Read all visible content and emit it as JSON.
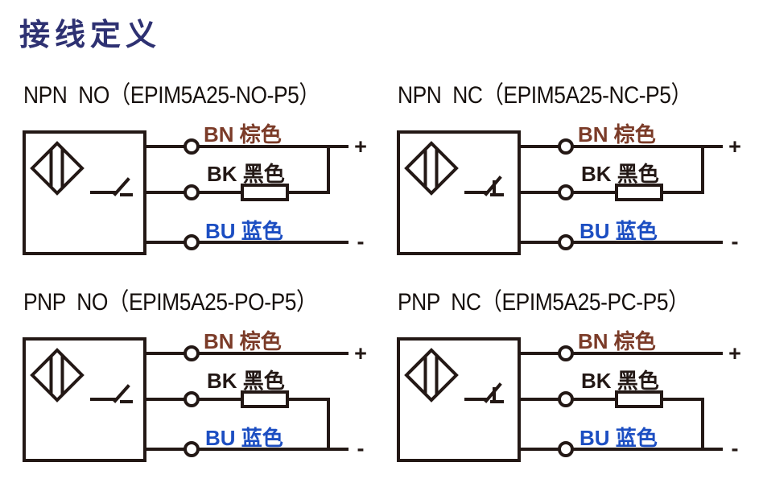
{
  "page": {
    "title": "接线定义",
    "colors": {
      "background": "#ffffff",
      "title": "#2e3172",
      "header": "#16100d",
      "line": "#231815",
      "brown": "#7b3b28",
      "black": "#231815",
      "blue": "#1c4ec2"
    }
  },
  "diagrams": [
    {
      "id": "npn-no",
      "header": "NPN  NO（EPIM5A25-NO-P5）",
      "output_type": "NPN",
      "contact_type": "NO",
      "labels": {
        "bn": "BN 棕色",
        "bk": "BK 黑色",
        "bu": "BU 蓝色"
      },
      "terminals": {
        "positive": "+",
        "negative": "-"
      }
    },
    {
      "id": "npn-nc",
      "header": "NPN  NC（EPIM5A25-NC-P5）",
      "output_type": "NPN",
      "contact_type": "NC",
      "labels": {
        "bn": "BN 棕色",
        "bk": "BK 黑色",
        "bu": "BU 蓝色"
      },
      "terminals": {
        "positive": "+",
        "negative": "-"
      }
    },
    {
      "id": "pnp-no",
      "header": "PNP  NO（EPIM5A25-PO-P5）",
      "output_type": "PNP",
      "contact_type": "NO",
      "labels": {
        "bn": "BN 棕色",
        "bk": "BK 黑色",
        "bu": "BU 蓝色"
      },
      "terminals": {
        "positive": "+",
        "negative": "-"
      }
    },
    {
      "id": "pnp-nc",
      "header": "PNP  NC（EPIM5A25-PC-P5）",
      "output_type": "PNP",
      "contact_type": "NC",
      "labels": {
        "bn": "BN 棕色",
        "bk": "BK 黑色",
        "bu": "BU 蓝色"
      },
      "terminals": {
        "positive": "+",
        "negative": "-"
      }
    }
  ]
}
